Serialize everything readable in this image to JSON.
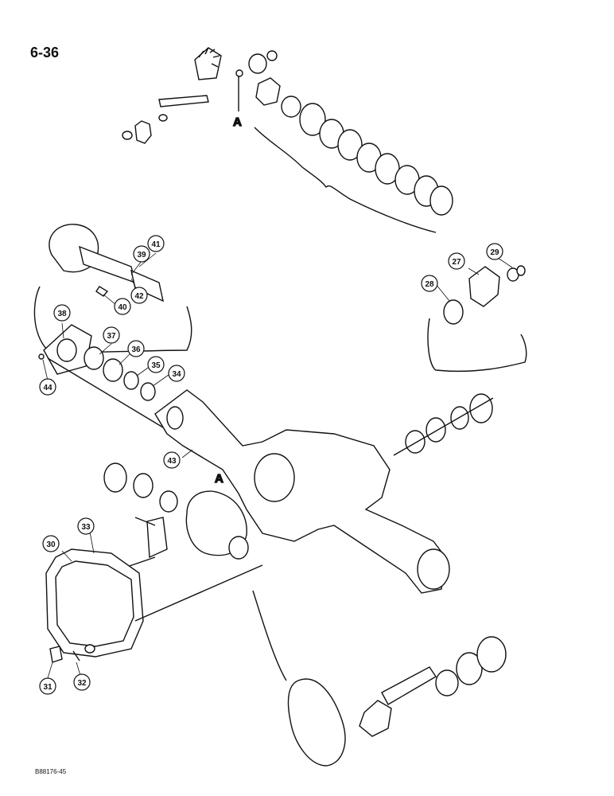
{
  "page": {
    "number": "6-36",
    "code": "B88176-45"
  },
  "reference": "A",
  "callouts": [
    "41",
    "39",
    "40",
    "42",
    "38",
    "37",
    "36",
    "35",
    "34",
    "44",
    "43",
    "27",
    "29",
    "28",
    "30",
    "33",
    "31",
    "32"
  ],
  "colors": {
    "ink": "#111111",
    "paper": "#ffffff"
  }
}
